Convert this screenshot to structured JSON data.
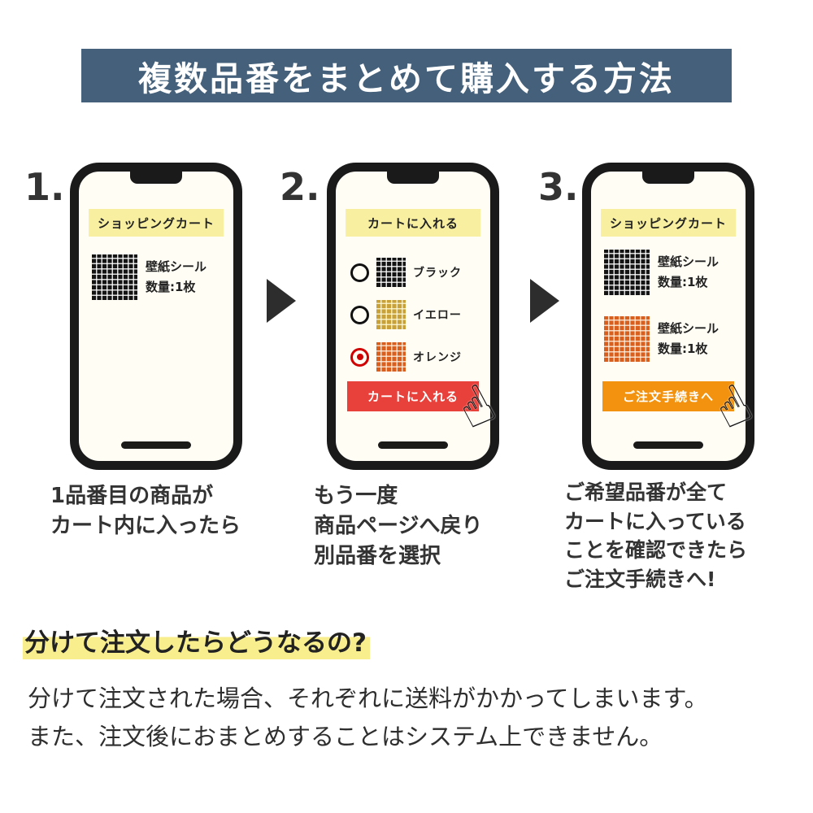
{
  "banner": {
    "title": "複数品番をまとめて購入する方法"
  },
  "colors": {
    "banner_bg": "#44607a",
    "label_yellow": "#f8f0a0",
    "button_red": "#e8403a",
    "button_orange": "#f2920f",
    "highlight_yellow": "#f8ee8e",
    "swatch_black": "#141414",
    "swatch_yellow": "#c9a13a",
    "swatch_orange": "#d95f1e"
  },
  "steps": [
    {
      "number": "1.",
      "screen_title": "ショッピングカート",
      "products": [
        {
          "swatch": "black-grid",
          "name": "壁紙シール",
          "qty": "数量:1枚"
        }
      ],
      "caption_lines": [
        "1品番目の商品が",
        "カート内に入ったら"
      ]
    },
    {
      "number": "2.",
      "screen_title": "カートに入れる",
      "options": [
        {
          "label": "ブラック",
          "swatch": "black-grid",
          "selected": false
        },
        {
          "label": "イエロー",
          "swatch": "yellow-grid",
          "selected": false
        },
        {
          "label": "オレンジ",
          "swatch": "orange-grid",
          "selected": true
        }
      ],
      "button": "カートに入れる",
      "caption_lines": [
        "もう一度",
        "商品ページへ戻り",
        "別品番を選択"
      ]
    },
    {
      "number": "3.",
      "screen_title": "ショッピングカート",
      "products": [
        {
          "swatch": "black-grid",
          "name": "壁紙シール",
          "qty": "数量:1枚"
        },
        {
          "swatch": "orange-grid",
          "name": "壁紙シール",
          "qty": "数量:1枚"
        }
      ],
      "button": "ご注文手続きへ",
      "caption_lines": [
        "ご希望品番が全て",
        "カートに入っている",
        "ことを確認できたら",
        "ご注文手続きへ!"
      ]
    }
  ],
  "note": {
    "heading": "分けて注文したらどうなるの?",
    "lines": [
      "分けて注文された場合、それぞれに送料がかかってしまいます。",
      "また、注文後におまとめすることはシステム上できません。"
    ]
  },
  "icons": {
    "arrow": "step-arrow",
    "hand": "pointing-hand-cursor"
  }
}
